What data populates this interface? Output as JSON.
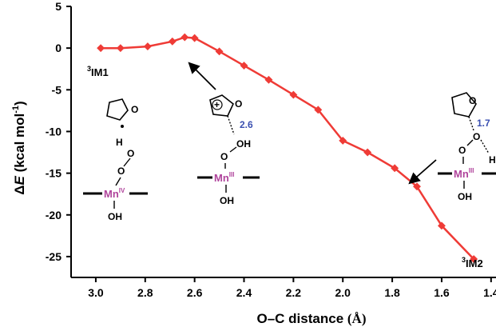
{
  "chart_data": {
    "type": "line",
    "xlabel_main": "O–C distance ",
    "xlabel_unit": "(Å)",
    "ylabel_prefix": "Δ",
    "ylabel_var": "E",
    "ylabel_rest": " (kcal mol",
    "ylabel_sup": "-1",
    "ylabel_end": ")",
    "xlim": [
      3.1,
      1.38
    ],
    "ylim": [
      -27.5,
      5
    ],
    "x_reversed": true,
    "x_ticks": [
      3.0,
      2.8,
      2.6,
      2.4,
      2.2,
      2.0,
      1.8,
      1.6,
      1.4
    ],
    "x_tick_labels": [
      "3.0",
      "2.8",
      "2.6",
      "2.4",
      "2.2",
      "2.0",
      "1.8",
      "1.6",
      "1.4"
    ],
    "y_ticks": [
      5,
      0,
      -5,
      -10,
      -15,
      -20,
      -25
    ],
    "y_tick_labels": [
      "5",
      "0",
      "-5",
      "-10",
      "-15",
      "-20",
      "-25"
    ],
    "grid": false,
    "line_color": "#ef3b36",
    "series": [
      {
        "x": [
          2.98,
          2.9,
          2.79,
          2.69,
          2.64,
          2.6,
          2.5,
          2.4,
          2.3,
          2.2,
          2.1,
          2.0,
          1.9,
          1.79,
          1.7,
          1.6,
          1.47
        ],
        "y": [
          0.0,
          0.0,
          0.2,
          0.8,
          1.3,
          1.2,
          -0.4,
          -2.1,
          -3.8,
          -5.6,
          -7.4,
          -11.1,
          -12.5,
          -14.4,
          -16.6,
          -21.3,
          -25.3
        ]
      }
    ],
    "annotations": {
      "start_sup": "3",
      "start_label": "IM1",
      "end_sup": "3",
      "end_label": "IM2",
      "ts_distance": "2.6",
      "late_distance": "1.7"
    }
  },
  "structures": {
    "left": {
      "oxygen": "O",
      "h": "H",
      "o1": "O",
      "o2": "O",
      "metal": "Mn",
      "ox": "IV",
      "oh": "OH"
    },
    "middle": {
      "oxygen": "O",
      "plus": "+",
      "oh": "OH",
      "o1": "O",
      "metal": "Mn",
      "ox": "III",
      "oh2": "OH"
    },
    "right": {
      "oxygen": "O",
      "o_bridge": "O",
      "h": "H",
      "o1": "O",
      "metal": "Mn",
      "ox": "III",
      "oh": "OH"
    }
  }
}
